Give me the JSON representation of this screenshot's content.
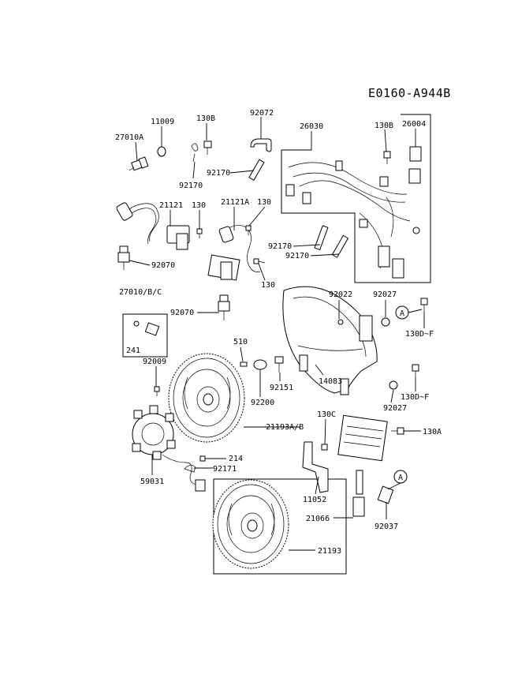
{
  "diagram_code": "E0160-A944B",
  "labels": {
    "p11009": "11009",
    "p27010A": "27010A",
    "p130B_a": "130B",
    "p92170_a": "92170",
    "p92072": "92072",
    "p92170_b": "92170",
    "p26030": "26030",
    "p130B_b": "130B",
    "p26004": "26004",
    "p21121": "21121",
    "p130_a": "130",
    "p21121A": "21121A",
    "p130_b": "130",
    "p92070_a": "92070",
    "p92170_c": "92170",
    "p92170_d": "92170",
    "p130_c": "130",
    "p27010BC": "27010/B/C",
    "p92070_b": "92070",
    "p92022": "92022",
    "p92027_a": "92027",
    "pA_a": "A",
    "p130DF_a": "130D~F",
    "p241": "241",
    "p510": "510",
    "p92009": "92009",
    "p92151": "92151",
    "p14083": "14083",
    "p130DF_b": "130D~F",
    "p92200": "92200",
    "p92027_b": "92027",
    "p130C": "130C",
    "p21193AB": "21193A/B",
    "p130A": "130A",
    "p214": "214",
    "p92171": "92171",
    "pA_b": "A",
    "p59031": "59031",
    "p11052": "11052",
    "p21066": "21066",
    "p92037": "92037",
    "p21193": "21193"
  }
}
